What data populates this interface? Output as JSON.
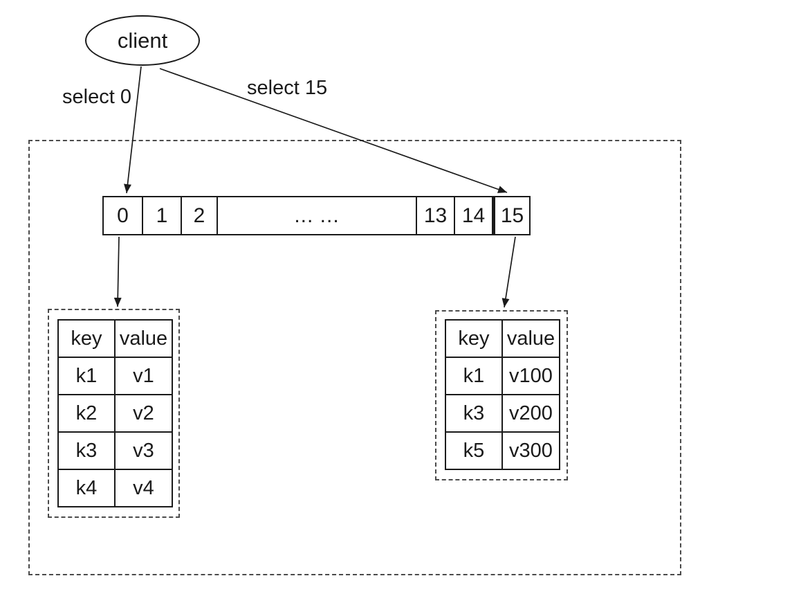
{
  "diagram": {
    "client_label": "client",
    "edge_labels": {
      "select0": "select 0",
      "select15": "select 15"
    },
    "slots": [
      "0",
      "1",
      "2",
      "... ...",
      "13",
      "14",
      "15"
    ],
    "db0": {
      "headers": {
        "key": "key",
        "value": "value"
      },
      "rows": [
        {
          "key": "k1",
          "value": "v1"
        },
        {
          "key": "k2",
          "value": "v2"
        },
        {
          "key": "k3",
          "value": "v3"
        },
        {
          "key": "k4",
          "value": "v4"
        }
      ]
    },
    "db15": {
      "headers": {
        "key": "key",
        "value": "value"
      },
      "rows": [
        {
          "key": "k1",
          "value": "v100"
        },
        {
          "key": "k3",
          "value": "v200"
        },
        {
          "key": "k5",
          "value": "v300"
        }
      ]
    },
    "colors": {
      "line": "#1a1a1a",
      "dashed_border": "#4a4a4a",
      "background": "#ffffff"
    }
  }
}
